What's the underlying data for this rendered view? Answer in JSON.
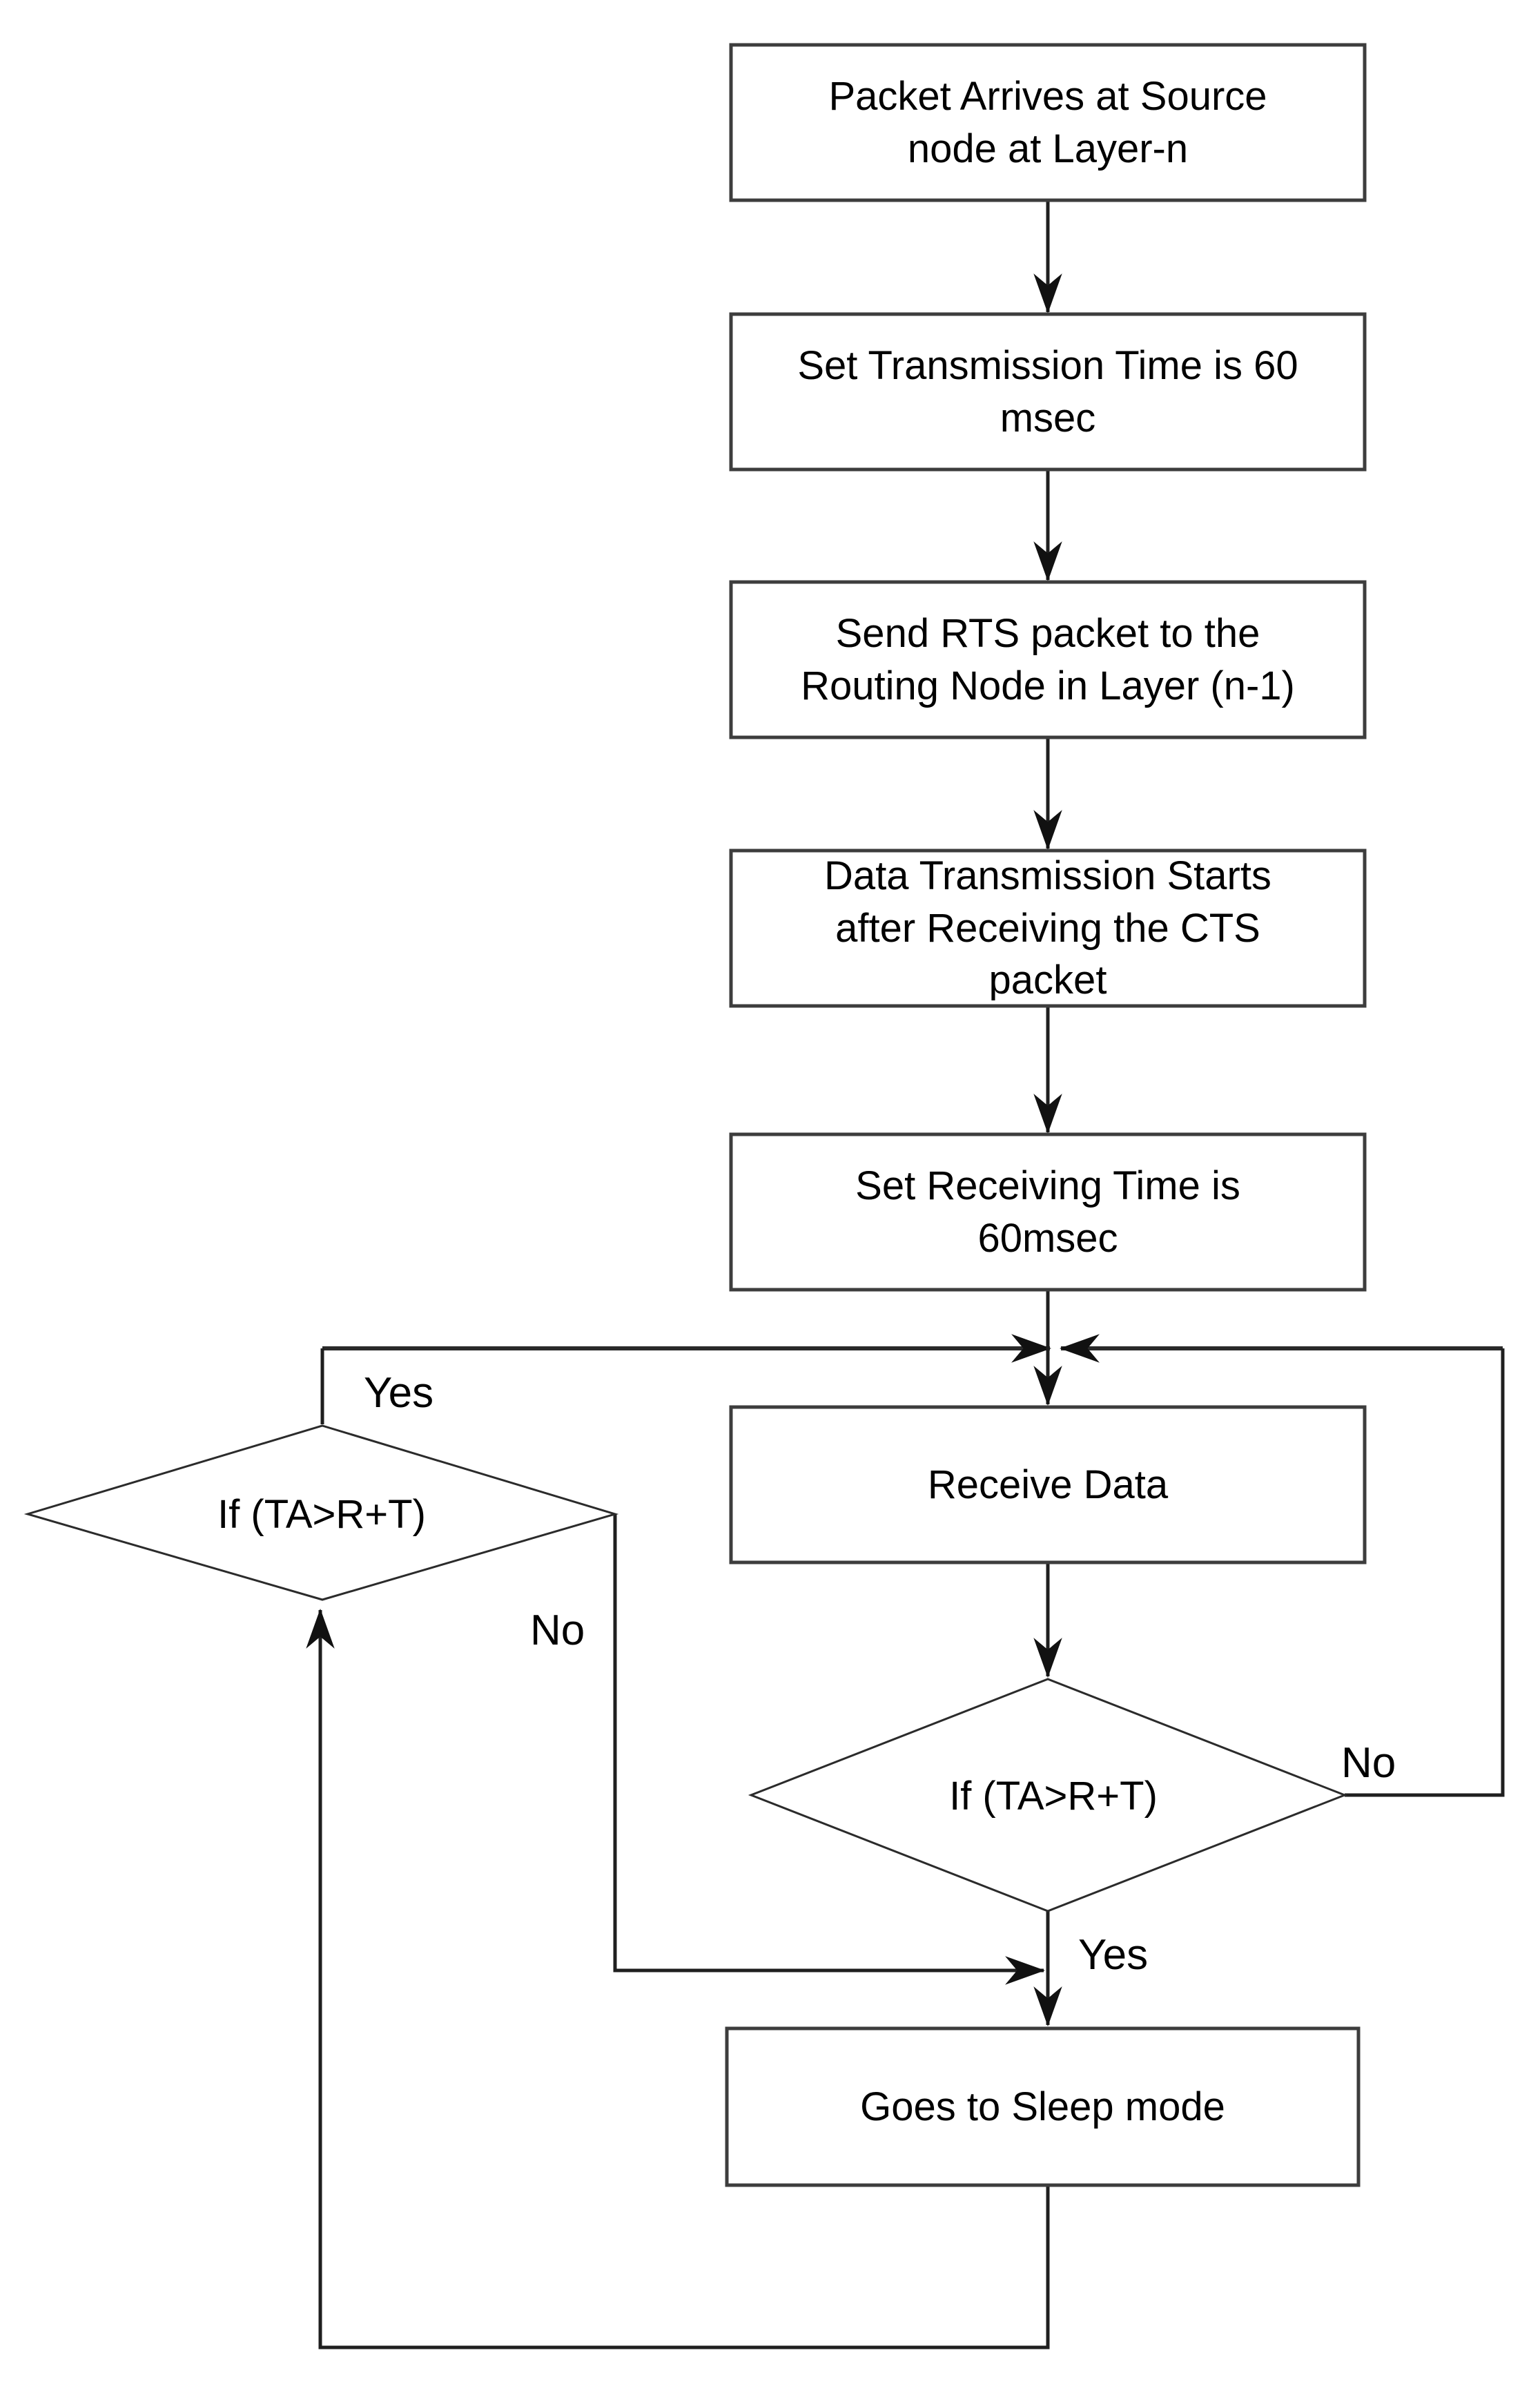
{
  "flowchart": {
    "colors": {
      "background": "#ffffff",
      "line": "#1f1f1f",
      "box_border": "#3d3d3d",
      "text": "#000000"
    },
    "process_boxes": [
      {
        "label": "Packet Arrives at Source\nnode at Layer-n"
      },
      {
        "label": "Set Transmission Time is 60\nmsec"
      },
      {
        "label": "Send RTS packet to the\nRouting Node in Layer (n-1)"
      },
      {
        "label": "Data Transmission Starts\nafter Receiving the CTS\npacket"
      },
      {
        "label": "Set Receiving Time is\n60msec"
      },
      {
        "label": "Receive Data"
      },
      {
        "label": "Goes to Sleep mode"
      }
    ],
    "decisions": [
      {
        "label": "If (TA>R+T)"
      },
      {
        "label": "If (TA>R+T)"
      }
    ],
    "edge_labels": {
      "left_yes": "Yes",
      "left_no": "No",
      "right_no": "No",
      "right_yes": "Yes"
    }
  }
}
